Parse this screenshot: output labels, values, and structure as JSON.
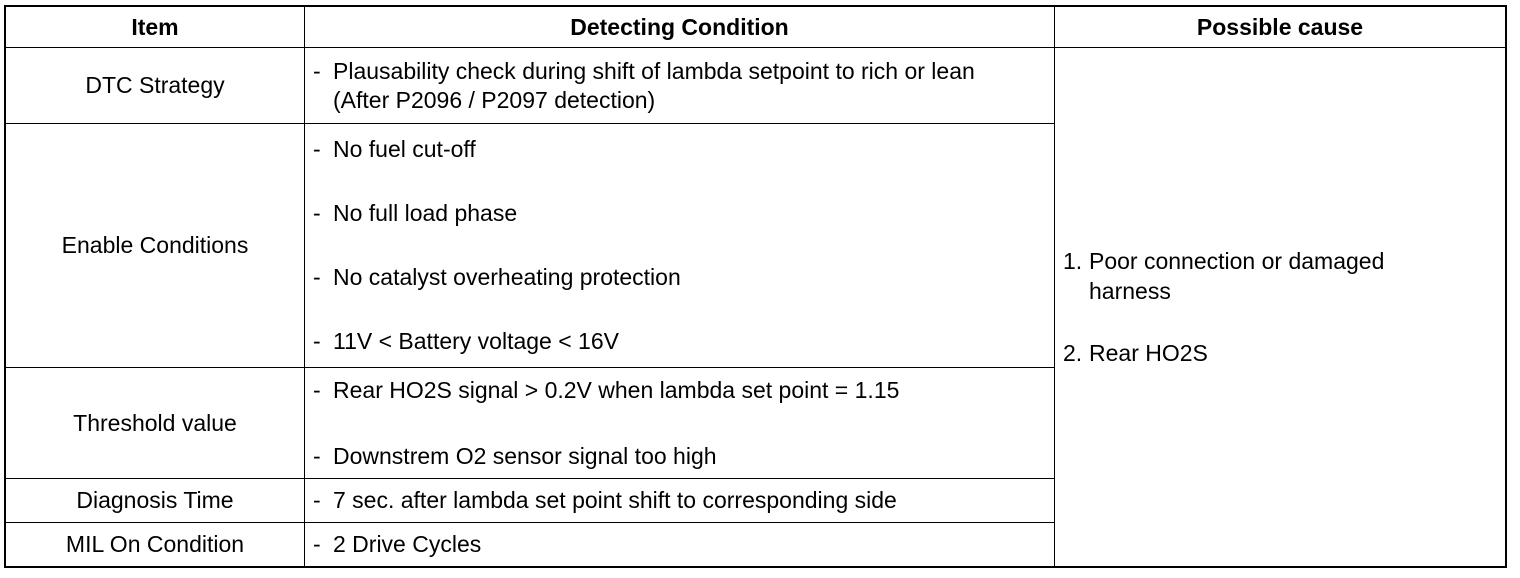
{
  "headers": {
    "item": "Item",
    "condition": "Detecting Condition",
    "cause": "Possible cause"
  },
  "rows": [
    {
      "item": "DTC Strategy",
      "conditions": [
        "Plausability check during shift of lambda setpoint to rich or lean",
        "(After P2096 / P2097 detection)"
      ]
    },
    {
      "item": "Enable Conditions",
      "conditions": [
        "No fuel cut-off",
        "No full load phase",
        "No catalyst overheating protection",
        "11V < Battery voltage < 16V"
      ]
    },
    {
      "item": "Threshold value",
      "conditions": [
        "Rear HO2S signal > 0.2V when lambda set point = 1.15",
        "Downstrem O2 sensor signal too high"
      ]
    },
    {
      "item": "Diagnosis Time",
      "conditions": [
        "7 sec. after lambda set point shift to corresponding side"
      ]
    },
    {
      "item": "MIL On Condition",
      "conditions": [
        "2 Drive Cycles"
      ]
    }
  ],
  "causes": [
    {
      "num": "1.",
      "line1": "Poor connection or damaged",
      "line2": "harness"
    },
    {
      "num": "2.",
      "line1": "Rear HO2S"
    }
  ],
  "dash": "-"
}
